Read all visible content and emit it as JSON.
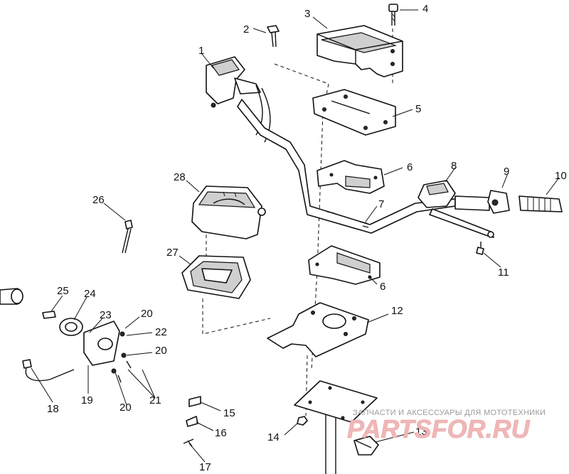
{
  "callouts": {
    "c1": "1",
    "c2": "2",
    "c3": "3",
    "c4": "4",
    "c5": "5",
    "c6a": "6",
    "c6b": "6",
    "c7": "7",
    "c8": "8",
    "c9": "9",
    "c10": "10",
    "c11": "11",
    "c12": "12",
    "c13": "13",
    "c14": "14",
    "c15": "15",
    "c16": "16",
    "c17": "17",
    "c18": "18",
    "c19": "19",
    "c20a": "20",
    "c20b": "20",
    "c20c": "20",
    "c21": "21",
    "c22": "22",
    "c23": "23",
    "c24": "24",
    "c25": "25",
    "c26": "26",
    "c27": "27",
    "c28": "28"
  },
  "watermark": {
    "tagline": "ЗАПЧАСТИ И АКСЕССУАРЫ ДЛЯ МОТОТЕХНИКИ",
    "logo": "PARTSFOR.RU"
  },
  "colors": {
    "line": "#111111",
    "watermark_logo": "#f0b7b7",
    "watermark_text": "#9a9a9a"
  }
}
